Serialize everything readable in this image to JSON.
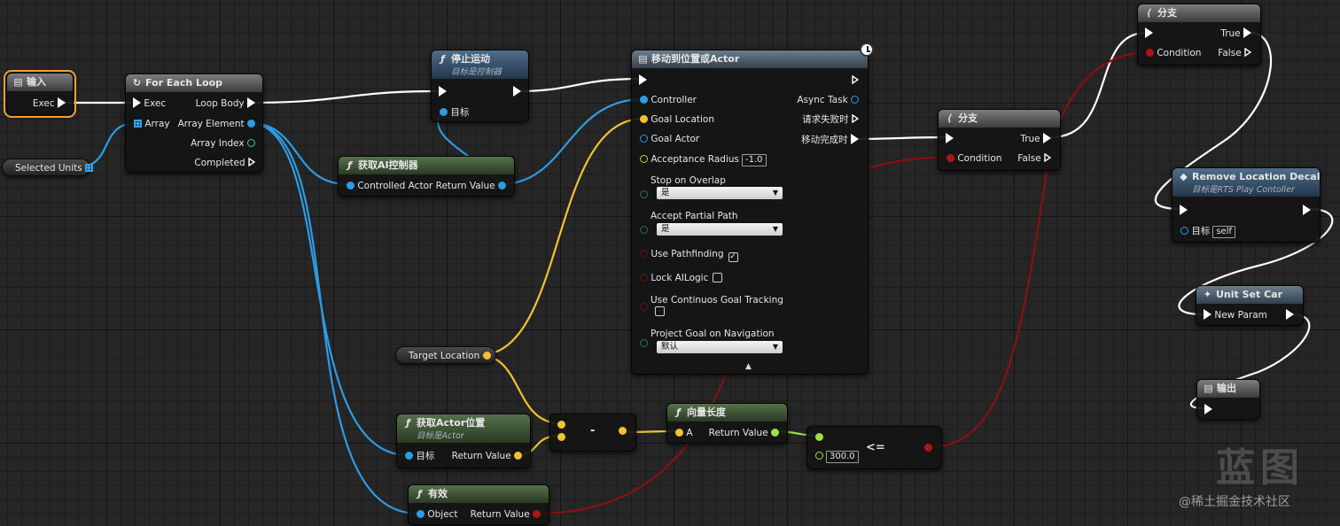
{
  "nodes": {
    "input": {
      "title": "输入",
      "exec": "Exec"
    },
    "for_each": {
      "title": "For Each Loop",
      "exec": "Exec",
      "loop_body": "Loop Body",
      "array": "Array",
      "array_element": "Array Element",
      "array_index": "Array Index",
      "completed": "Completed"
    },
    "selected_units": {
      "label": "Selected Units"
    },
    "stop_movement": {
      "title": "停止运动",
      "subtitle": "目标是控制器",
      "target": "目标"
    },
    "get_ai_controller": {
      "title": "获取AI控制器",
      "controlled_actor": "Controlled Actor",
      "return_value": "Return Value"
    },
    "move_to": {
      "title": "移动到位置或Actor",
      "controller": "Controller",
      "goal_location": "Goal Location",
      "goal_actor": "Goal Actor",
      "acceptance_radius": "Acceptance Radius",
      "acceptance_radius_value": "-1.0",
      "stop_on_overlap": "Stop on Overlap",
      "stop_on_overlap_value": "是",
      "accept_partial_path": "Accept Partial Path",
      "accept_partial_path_value": "是",
      "use_pathfinding": "Use Pathfinding",
      "lock_ai_logic": "Lock AILogic",
      "use_continuous": "Use Continuos Goal Tracking",
      "project_goal": "Project Goal on Navigation",
      "project_goal_value": "默认",
      "async_task": "Async Task",
      "on_fail": "请求失败时",
      "on_success": "移动完成时"
    },
    "branch1": {
      "title": "分支",
      "condition": "Condition",
      "true_label": "True",
      "false_label": "False"
    },
    "branch2": {
      "title": "分支",
      "condition": "Condition",
      "true_label": "True",
      "false_label": "False"
    },
    "remove_decal": {
      "title": "Remove Location Decal",
      "subtitle": "目标是RTS Play Contoller",
      "target": "目标",
      "target_value": "self"
    },
    "unit_set_car": {
      "title": "Unit Set Car",
      "new_param": "New Param"
    },
    "output": {
      "title": "输出"
    },
    "target_location": {
      "label": "Target Location"
    },
    "get_actor_location": {
      "title": "获取Actor位置",
      "subtitle": "目标是Actor",
      "target": "目标",
      "return_value": "Return Value"
    },
    "subtract": {
      "op": "-"
    },
    "vector_length": {
      "title": "向量长度",
      "a": "A",
      "return_value": "Return Value"
    },
    "compare": {
      "op": "<=",
      "value": "300.0"
    },
    "is_valid": {
      "title": "有效",
      "object": "Object",
      "return_value": "Return Value"
    }
  },
  "watermark": {
    "logo": "蓝图",
    "text": "@稀土掘金技术社区"
  },
  "colors": {
    "exec": "#ffffff",
    "object": "#2e9be6",
    "vector": "#f2c230",
    "float": "#9de044",
    "bool": "#b01414",
    "int": "#48c8a0"
  }
}
